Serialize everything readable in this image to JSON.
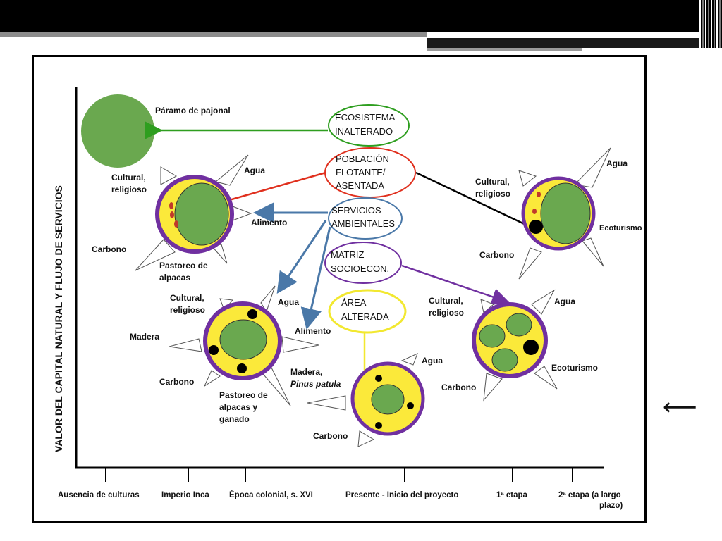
{
  "y_axis_label": "VALOR DEL CAPITAL NATURAL Y FLUJO DE SERVICIOS",
  "x_axis": {
    "ticks": [
      "Ausencia de culturas",
      "Imperio Inca",
      "Época colonial, s. XVI",
      "Presente - Inicio del proyecto",
      "1ª etapa",
      "2ª etapa (a largo",
      "plazo)"
    ]
  },
  "legend_boxes": {
    "ecosistema": [
      "ECOSISTEMA",
      "INALTERADO"
    ],
    "poblacion": [
      "POBLACIÓN",
      "FLOTANTE/",
      "ASENTADA"
    ],
    "servicios": [
      "SERVICIOS",
      "AMBIENTALES"
    ],
    "matriz": [
      "MATRIZ",
      "SOCIOECON."
    ],
    "area": [
      "ÁREA",
      "ALTERADA"
    ]
  },
  "labels": {
    "paramo": "Páramo de pajonal",
    "inca_cultural": [
      "Cultural,",
      "religioso"
    ],
    "inca_agua": "Agua",
    "inca_alimento": "Alimento",
    "inca_carbono": "Carbono",
    "inca_pastoreo": [
      "Pastoreo de",
      "alpacas"
    ],
    "col_cultural": [
      "Cultural,",
      "religioso"
    ],
    "col_agua": "Agua",
    "col_alimento": "Alimento",
    "col_madera": "Madera",
    "col_carbono": "Carbono",
    "col_pastoreo": [
      "Pastoreo de",
      "alpacas y",
      "ganado"
    ],
    "pres_madera": "Madera,",
    "pres_pinus": "Pinus patula",
    "pres_agua": "Agua",
    "pres_carbono": "Carbono",
    "e1_cultural": [
      "Cultural,",
      "religioso"
    ],
    "e1_agua": "Agua",
    "e1_ecoturismo": "Ecoturismo",
    "e1_carbono": "Carbono",
    "e2_cultural": [
      "Cultural,",
      "religioso"
    ],
    "e2_agua": "Agua",
    "e2_ecoturismo": "Ecoturismo",
    "e2_carbono": "Carbono"
  },
  "side_arrow": "⟵",
  "colors": {
    "green": "#6aa84f",
    "yellow": "#fbe93a",
    "purple": "#7030a0",
    "red": "#e0301e",
    "blue": "#4a78a8",
    "green_arrow": "#2e9e1f"
  }
}
